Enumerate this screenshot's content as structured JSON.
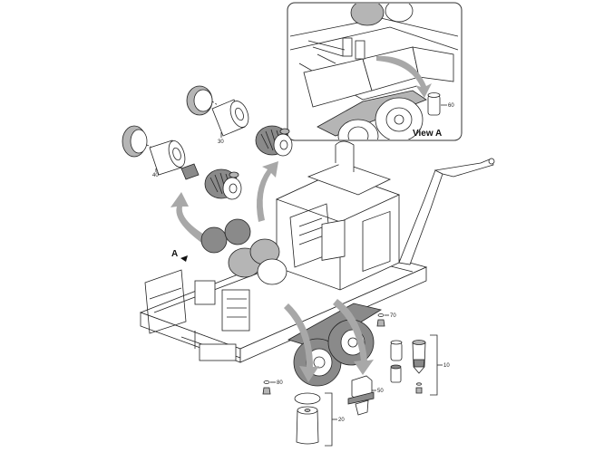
{
  "diagram": {
    "type": "exploded-parts-view",
    "subject": "trailer-mounted engine unit filter service parts",
    "view_marker": "A",
    "inset": {
      "title": "View A"
    },
    "callouts": [
      {
        "id": "10",
        "label": "10",
        "part": "fuel filter set (bracketed)"
      },
      {
        "id": "20",
        "label": "20",
        "part": "oil filter with seal ring (bracketed)"
      },
      {
        "id": "30",
        "label": "30",
        "part": "air filter element (upper)"
      },
      {
        "id": "40",
        "label": "40",
        "part": "air filter element (lower)"
      },
      {
        "id": "50",
        "label": "50",
        "part": "fuel pre-filter / water separator"
      },
      {
        "id": "60",
        "label": "60",
        "part": "filter cartridge (View A)"
      },
      {
        "id": "70",
        "label": "70",
        "part": "drain plug with washer"
      },
      {
        "id": "80",
        "label": "80",
        "part": "drain plug with washer"
      }
    ]
  },
  "labels": {
    "c10": "10",
    "c20": "20",
    "c30": "30",
    "c40": "40",
    "c50": "50",
    "c60": "60",
    "c70": "70",
    "c80": "80",
    "view_marker": "A",
    "inset_title": "View A"
  }
}
